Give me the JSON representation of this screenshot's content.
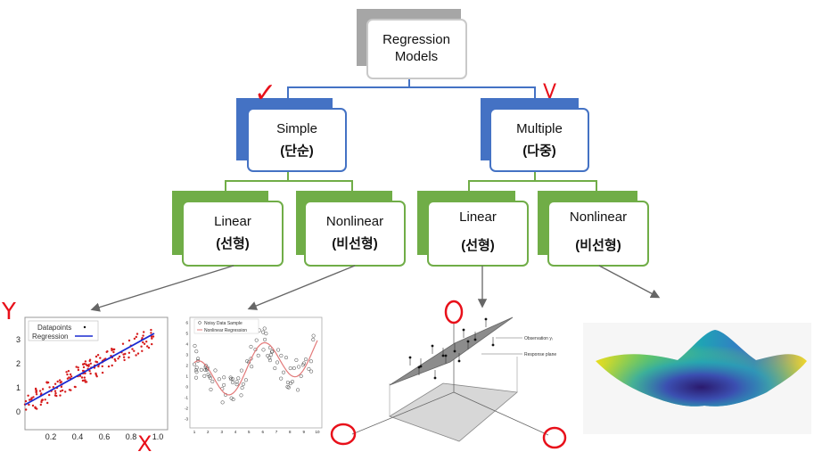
{
  "root": {
    "line1": "Regression",
    "line2": "Models"
  },
  "level1": [
    {
      "line1": "Simple",
      "line2": "(단순)"
    },
    {
      "line1": "Multiple",
      "line2": "(다중)"
    }
  ],
  "level2": [
    {
      "line1": "Linear",
      "line2": "(선형)"
    },
    {
      "line1": "Nonlinear",
      "line2": "(비선형)"
    },
    {
      "line1": "Linear",
      "line2": "(선형)"
    },
    {
      "line1": "Nonlinear",
      "line2": "(비선형)"
    }
  ],
  "colors": {
    "root": "#a6a6a6",
    "level1": "#4472c4",
    "level2": "#70ad47",
    "ink": "#e8101a"
  },
  "annotations": {
    "check1": "✓",
    "check2": "V",
    "y_mark": "Y",
    "x_mark": "X"
  },
  "scatter_plot": {
    "legend_points": "Datapoints",
    "legend_line": "Regression",
    "x_ticks": [
      "0.2",
      "0.4",
      "0.6",
      "0.8",
      "1.0"
    ],
    "y_ticks": [
      "0",
      "1",
      "2",
      "3"
    ]
  },
  "nonlinear_plot": {
    "legend_points": "Noisy Data Sample",
    "legend_line": "Nonlinear Regression",
    "x_ticks": [
      "1",
      "2",
      "3",
      "4",
      "5",
      "6",
      "7",
      "8",
      "9",
      "10"
    ],
    "y_ticks": [
      "-3",
      "-2",
      "-1",
      "0",
      "1",
      "2",
      "3",
      "4",
      "5",
      "6"
    ]
  },
  "plane_plot": {
    "label_obs": "Observation yᵢ",
    "label_plane": "Response plane"
  }
}
